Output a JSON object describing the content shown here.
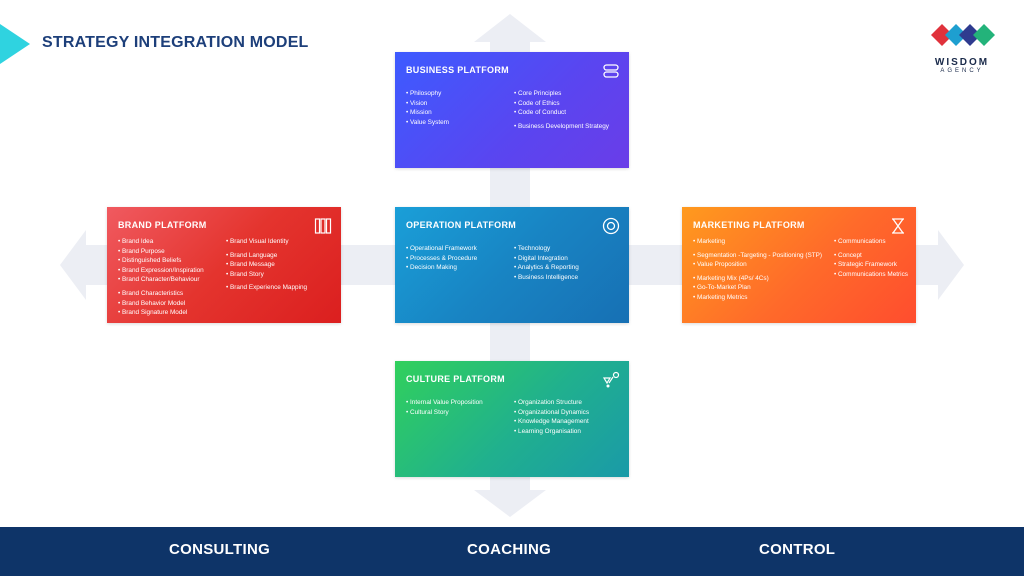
{
  "page_title": "STRATEGY INTEGRATION MODEL",
  "logo": {
    "word": "WISDOM",
    "sub": "AGENCY",
    "colors": [
      "#e0323c",
      "#1e9fd0",
      "#2f3b8f",
      "#23b37a"
    ]
  },
  "panels": {
    "business": {
      "title": "BUSINESS PLATFORM",
      "icon": "toggle-icon",
      "col1": [
        "Philosophy",
        "Vision",
        "Mission",
        "Value System"
      ],
      "col2": [
        "Core Principles",
        "Code of Ethics",
        "Code of Conduct"
      ],
      "col2b": [
        "Business Development Strategy"
      ]
    },
    "brand": {
      "title": "BRAND PLATFORM",
      "icon": "columns-icon",
      "col1": [
        "Brand Idea",
        "Brand Purpose",
        "Distinguished Beliefs",
        "Brand Expression/Inspiration",
        "Brand Character/Behaviour"
      ],
      "col1b": [
        "Brand Characteristics",
        "Brand Behavior Model",
        "Brand Signature Model"
      ],
      "col2": [
        "Brand Visual Identity"
      ],
      "col2b": [
        "Brand Language",
        "Brand Message",
        "Brand Story"
      ],
      "col2c": [
        "Brand Experience Mapping"
      ]
    },
    "operation": {
      "title": "OPERATION PLATFORM",
      "icon": "target-icon",
      "col1": [
        "Operational Framework",
        "Processes & Procedure",
        "Decision Making"
      ],
      "col2": [
        "Technology",
        "Digital Integration",
        "Analytics & Reporting",
        "Business Intelligence"
      ]
    },
    "marketing": {
      "title": "MARKETING PLATFORM",
      "icon": "hourglass-icon",
      "col1": [
        "Marketing"
      ],
      "col1b": [
        "Segmentation -Targeting - Positioning (STP)",
        "Value Proposition"
      ],
      "col1c": [
        "Marketing Mix (4Ps/ 4Cs)",
        "Go-To-Market Plan",
        "Marketing Metrics"
      ],
      "col2": [
        "Communications"
      ],
      "col2b": [
        "Concept",
        "Strategic Framework",
        "Communications Metrics"
      ]
    },
    "culture": {
      "title": "CULTURE PLATFORM",
      "icon": "network-icon",
      "col1": [
        "Internal Value Proposition",
        "Cultural Story"
      ],
      "col2": [
        "Organization Structure",
        "Organizational Dynamics",
        "Knowledge Management",
        "Learning Organisation"
      ]
    }
  },
  "footer": {
    "left": "CONSULTING",
    "center": "COACHING",
    "right": "CONTROL"
  },
  "colors": {
    "title": "#1d3f7a",
    "footer_bg": "#0e3468",
    "arrows": "#eceef4"
  }
}
